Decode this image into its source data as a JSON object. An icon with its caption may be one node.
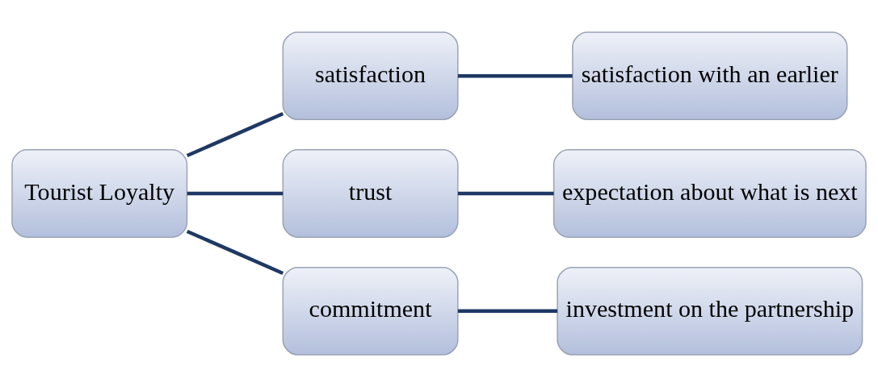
{
  "diagram": {
    "nodes": [
      {
        "text": [
          "Tourist Loyalty"
        ]
      },
      {
        "text": [
          "satisfaction"
        ]
      },
      {
        "text": [
          "trust"
        ]
      },
      {
        "text": [
          "commitment"
        ]
      },
      {
        "text": [
          "satisfaction with an earlier"
        ]
      },
      {
        "text": [
          "expectation about what is next"
        ]
      },
      {
        "text": [
          "investment on the partnership"
        ]
      }
    ],
    "edges": [
      {
        "from": 0,
        "to": 1,
        "arrow": "none"
      },
      {
        "from": 0,
        "to": 2,
        "arrow": "none"
      },
      {
        "from": 0,
        "to": 3,
        "arrow": "none"
      },
      {
        "from": 1,
        "to": 4,
        "arrow": "none"
      },
      {
        "from": 2,
        "to": 5,
        "arrow": "none"
      },
      {
        "from": 3,
        "to": 6,
        "arrow": "none"
      }
    ]
  }
}
